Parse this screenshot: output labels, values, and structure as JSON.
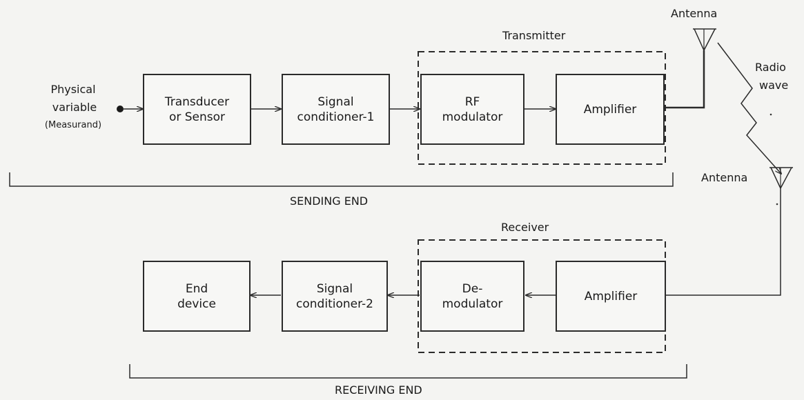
{
  "sending_end": {
    "input_label_line1": "Physical",
    "input_label_line2": "variable",
    "input_label_line3": "(Measurand)",
    "transducer": "Transducer\nor Sensor",
    "conditioner1": "Signal\nconditioner-1",
    "rf_modulator": "RF\nmodulator",
    "amplifier": "Amplifier",
    "transmitter_label": "Transmitter",
    "section_label": "SENDING END"
  },
  "link": {
    "antenna_tx": "Antenna",
    "radio_wave_line1": "Radio",
    "radio_wave_line2": "wave",
    "antenna_rx": "Antenna"
  },
  "receiving_end": {
    "amplifier": "Amplifier",
    "demodulator": "De-\nmodulator",
    "conditioner2": "Signal\nconditioner-2",
    "end_device": "End\ndevice",
    "receiver_label": "Receiver",
    "section_label": "RECEIVING END"
  }
}
